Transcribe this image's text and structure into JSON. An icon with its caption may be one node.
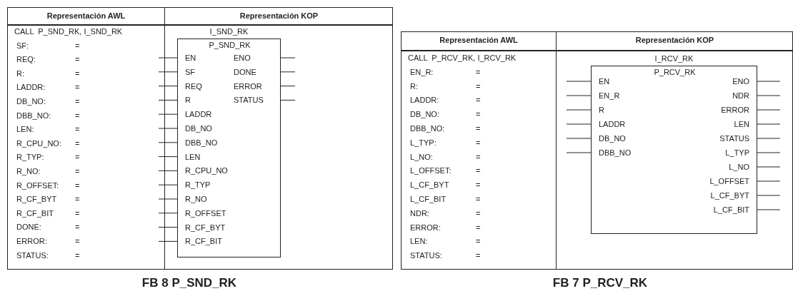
{
  "diagram": {
    "nodes": [
      {
        "text": [
          "I_SND_RK",
          "P_SND_RK",
          "EN",
          "SF",
          "REQ",
          "R",
          "LADDR",
          "DB_NO",
          "DBB_NO",
          "LEN",
          "R_CPU_NO",
          "R_TYP",
          "R_NO",
          "R_OFFSET",
          "R_CF_BYT",
          "R_CF_BIT",
          "ENO",
          "DONE",
          "ERROR",
          "STATUS"
        ]
      },
      {
        "text": [
          "I_RCV_RK",
          "P_RCV_RK",
          "EN",
          "EN_R",
          "R",
          "LADDR",
          "DB_NO",
          "DBB_NO",
          "ENO",
          "NDR",
          "ERROR",
          "LEN",
          "STATUS",
          "L_TYP",
          "L_NO",
          "L_OFFSET",
          "L_CF_BYT",
          "L_CF_BIT"
        ]
      }
    ],
    "labels": [
      "Representación AWL",
      "Representación KOP",
      "CALL  P_SND_RK, I_SND_RK",
      "SF:",
      "=",
      "REQ:",
      "=",
      "R:",
      "=",
      "LADDR:",
      "=",
      "DB_NO:",
      "=",
      "DBB_NO:",
      "=",
      "LEN:",
      "=",
      "R_CPU_NO:",
      "=",
      "R_TYP:",
      "=",
      "R_NO:",
      "=",
      "R_OFFSET:",
      "=",
      "R_CF_BYT",
      "=",
      "R_CF_BIT",
      "=",
      "DONE:",
      "=",
      "ERROR:",
      "=",
      "STATUS:",
      "=",
      "FB 8 P_SND_RK",
      "Representación AWL",
      "Representación KOP",
      "CALL  P_RCV_RK, I_RCV_RK",
      "EN_R:",
      "=",
      "R:",
      "=",
      "LADDR:",
      "=",
      "DB_NO:",
      "=",
      "DBB_NO:",
      "=",
      "L_TYP:",
      "=",
      "L_NO:",
      "=",
      "L_OFFSET:",
      "=",
      "L_CF_BYT",
      "=",
      "L_CF_BIT",
      "=",
      "NDR:",
      "=",
      "ERROR:",
      "=",
      "LEN:",
      "=",
      "STATUS:",
      "=",
      "FB 7 P_RCV_RK"
    ]
  }
}
